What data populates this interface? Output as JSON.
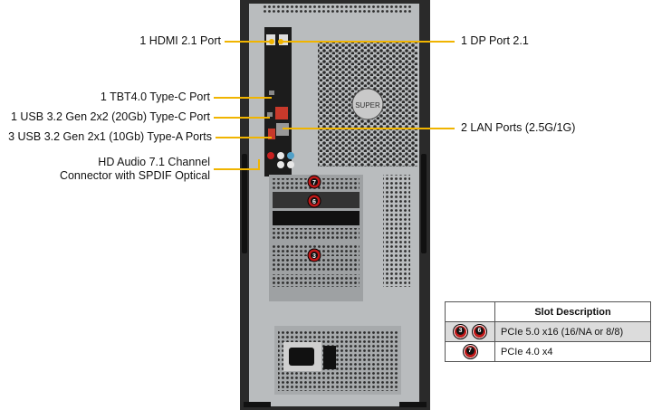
{
  "callouts_left": [
    {
      "id": "hdmi",
      "text": "1 HDMI 2.1 Port"
    },
    {
      "id": "tbt",
      "text": "1 TBT4.0 Type-C Port"
    },
    {
      "id": "usb-c",
      "text": "1 USB 3.2 Gen 2x2 (20Gb) Type-C Port"
    },
    {
      "id": "usb-a",
      "text": "3 USB 3.2 Gen 2x1 (10Gb) Type-A Ports"
    },
    {
      "id": "audio-1",
      "text": "HD Audio 7.1 Channel"
    },
    {
      "id": "audio-2",
      "text": "Connector with SPDIF Optical"
    }
  ],
  "callouts_right": [
    {
      "id": "dp",
      "text": "1 DP Port 2.1"
    },
    {
      "id": "lan",
      "text": "2 LAN Ports (2.5G/1G)"
    }
  ],
  "slot_markers": [
    "7",
    "6",
    "3"
  ],
  "fan_label": "SUPER",
  "slot_table": {
    "header": "Slot Description",
    "rows": [
      {
        "badges": [
          "3",
          "6"
        ],
        "description": "PCIe 5.0 x16 (16/NA or 8/8)"
      },
      {
        "badges": [
          "7"
        ],
        "description": "PCIe 4.0 x4"
      }
    ]
  },
  "colors": {
    "leader": "#f0b400",
    "badge": "#c01818",
    "chassis": "#b9bcbe",
    "frame": "#2a2a2a"
  }
}
